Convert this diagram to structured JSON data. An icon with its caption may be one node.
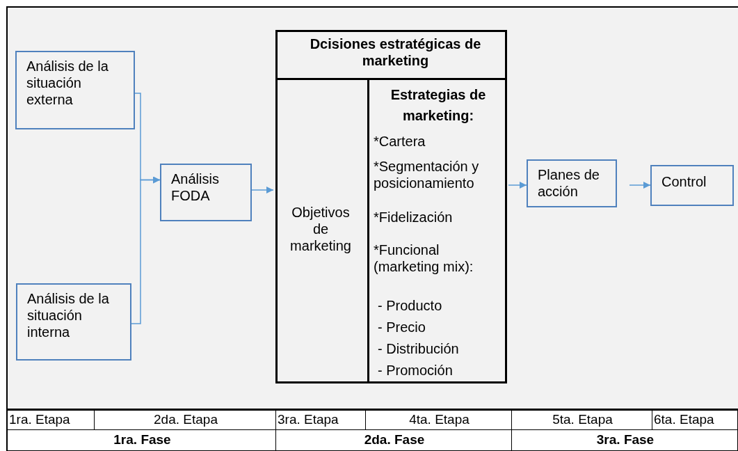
{
  "diagram": {
    "nodes": [
      {
        "text": [
          "Análisis de la situación externa"
        ]
      },
      {
        "text": [
          "Análisis de la situación interna"
        ]
      },
      {
        "text": [
          "Análisis FODA"
        ]
      },
      {
        "text": [
          "Dcisiones estratégicas de marketing"
        ]
      },
      {
        "text": [
          "Objetivos de marketing"
        ],
        "in": 3
      },
      {
        "text": [
          "Estrategias de marketing:",
          "*Cartera",
          "*Segmentación y posicionamiento",
          "*Fidelización",
          "*Funcional (marketing mix):",
          "- Producto",
          "- Precio",
          "- Distribución",
          "- Promoción"
        ],
        "in": 3
      },
      {
        "text": [
          "Planes de acción"
        ]
      },
      {
        "text": [
          "Control"
        ]
      }
    ],
    "edges": [
      {
        "from": 0,
        "to": 2,
        "arrow": "to"
      },
      {
        "from": 1,
        "to": 2,
        "arrow": "to"
      },
      {
        "from": 2,
        "to": 3,
        "arrow": "to"
      },
      {
        "from": 3,
        "to": 6,
        "arrow": "to"
      },
      {
        "from": 6,
        "to": 7,
        "arrow": "to"
      }
    ],
    "labels": [
      "1ra. Etapa",
      "2da. Etapa",
      "3ra. Etapa",
      "4ta. Etapa",
      "5ta. Etapa",
      "6ta. Etapa",
      "1ra. Fase",
      "2da. Fase",
      "3ra. Fase"
    ]
  }
}
